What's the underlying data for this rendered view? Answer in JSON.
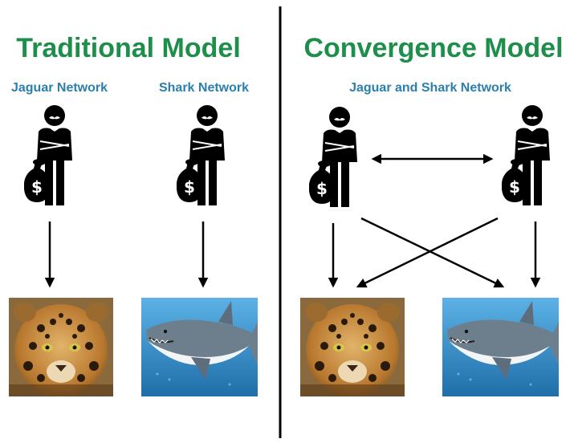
{
  "colors": {
    "title": "#1e8f4a",
    "subtitle": "#2a7fae",
    "ink": "#000000",
    "water": "#2f86c6",
    "fur": "#c98b3a"
  },
  "traditional": {
    "title": "Traditional Model",
    "networks": [
      "Jaguar Network",
      "Shark Network"
    ]
  },
  "convergence": {
    "title": "Convergence Model",
    "network": "Jaguar and Shark Network"
  },
  "icons": {
    "money_symbol": "$",
    "person": "businessman-with-money-bag-icon",
    "jaguar": "jaguar-photo",
    "shark": "shark-photo"
  }
}
